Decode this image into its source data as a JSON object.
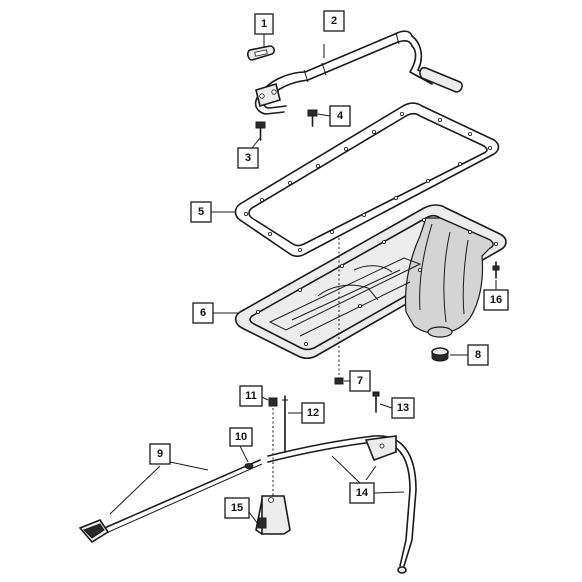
{
  "callouts": [
    {
      "id": "1"
    },
    {
      "id": "2"
    },
    {
      "id": "3"
    },
    {
      "id": "4"
    },
    {
      "id": "5"
    },
    {
      "id": "6"
    },
    {
      "id": "7"
    },
    {
      "id": "8"
    },
    {
      "id": "9"
    },
    {
      "id": "10"
    },
    {
      "id": "11"
    },
    {
      "id": "12"
    },
    {
      "id": "13"
    },
    {
      "id": "14"
    },
    {
      "id": "15"
    },
    {
      "id": "16"
    }
  ]
}
